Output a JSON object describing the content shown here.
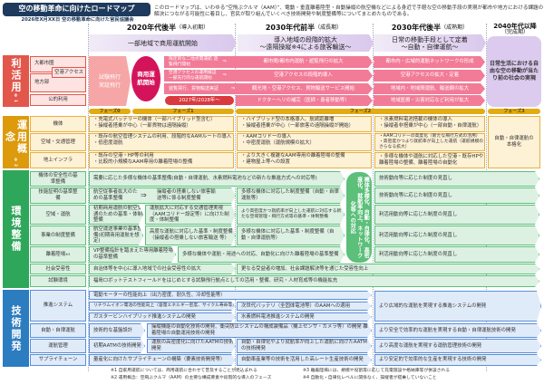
{
  "header": {
    "title": "空の移動革命に向けたロードマップ",
    "subtitle": "2026年X月XX日 空の移動革命に向けた官民協議会",
    "intro": "このロードマップは、いわゆる“空飛ぶクルマ（AAM）”、電動・垂直離着陸型・自動操縦の航空機などによる身近で手軽な空の移動手段の実現が都市や地方における課題の解決につながる可能性に着目し、官民が取り組んでいくべき技術開発や制度整備等についてまとめたものである。"
  },
  "periods": [
    {
      "title": "2020年代後半",
      "sub": "（導入初期）",
      "banner": [
        "一部地域で商用運航開始"
      ]
    },
    {
      "title": "2030年代前半",
      "sub": "（成長期）",
      "banner": [
        "導入地域の段階的拡大",
        "～遠隔操縦※4による旅客輸送～"
      ]
    },
    {
      "title": "2030年代後半",
      "sub": "（成熟期）",
      "banner": [
        "日常の移動手段として定着",
        "～自動・自律運航～"
      ]
    },
    {
      "title": "2040年代以降",
      "sub": "（完成期）",
      "banner": []
    }
  ],
  "utilization": {
    "label": "利活用",
    "mark": "※1",
    "rows": [
      "大都市圏",
      "空港アクセス",
      "地方部",
      "公的利用"
    ],
    "phase0": [
      "試験飛行",
      "実証飛行"
    ],
    "circle": "商用運航開始",
    "date": "2027年/2028年～",
    "arrow": "⇒",
    "c1": [
      "限定的な二地点間運航 遊覧飛行開始",
      "空港アクセスの運用検証 一部先行的な運航開始",
      "遊覧飛行、貨物輸送実証"
    ],
    "c2": [
      "都市間/都市内運航・遊覧飛行の拡大",
      "空港アクセスの段階的導入",
      "観光地・空港アクセス、貨物輸送サービス開始",
      "ドクターヘリの補完（医師・患者移動等）"
    ],
    "c3": [
      "都市内・広域的運航ネットワークの形成",
      "空港アクセスの拡大・定着",
      "地域内・地域間運航、輸送網の拡大",
      "地域医療・災害対応など利用が拡大"
    ],
    "goal": "日常生活における自由な空の移動が当たり前の社会の実現"
  },
  "phases": [
    "フェーズ0",
    "フェーズ1",
    "フェーズ2",
    "フェーズ3"
  ],
  "operations": {
    "label": "運用概念",
    "mark": "※2",
    "c4": "自動・自律運航の本格化",
    "rows": [
      {
        "label": "機体",
        "c1": [
          "・充電式バッテリーの機体（一部ハイブリッド型含む）",
          "・操縦者搭乗が中心（一部貨物は遠隔操縦）"
        ],
        "c2": [
          "・ハイブリッド型の本格導入、航続距離増",
          "・操縦者搭乗が中心（一部旅客の遠隔操縦が開始）"
        ],
        "c3": [
          "・水素燃料電池搭載の機体の導入",
          "・操縦者非搭乗が中心（一部自動・自律運航）"
        ]
      },
      {
        "label": "空域・交通管理",
        "c1": [
          "・既存の航空管理システムの利用、段階的なAAMルートの導入",
          "・低密度運航"
        ],
        "c2": [
          "・AAMコリドーの導入",
          "・中密度運航（運航規模の拡大）"
        ],
        "c3": [
          "・AAMコリドーの高度化（新たな飛行方式の活用）",
          "・高密度かつより就航率が向上した運航（運航規模のさらなる拡大）"
        ]
      },
      {
        "label": "地上インフラ",
        "c1": [
          "・既存の空港・HP等の利用",
          "・比較的小規模なAAM専用の離着陸場の整備"
        ],
        "c2": [
          "・より大きく複雑なAAM専用の離着陸場の整備",
          "・建物屋上等への設置"
        ],
        "c3": [
          "・多様な機体や運航に対応した空港・既存HPや離着陸場の整備、離着陸場の自動化"
        ]
      }
    ]
  },
  "environment": {
    "label": "環境整備",
    "pill": "機体多様化、自動・自律化、高密度化、就航率向上、ネットワーク化等への対応",
    "rows": [
      {
        "label": "機体の安全性の基準整備",
        "c12": "需要に応じた多様な機体の基準整備(自動・自律運航、水素燃料電池などの新たな推進方式への対応等)",
        "c3": "技術動向等に応じた制度の見直し"
      },
      {
        "label": "技能証明の基準整備",
        "c1a": "航空従事者拡大のための基準整備",
        "c1b": "操縦者の搭乗しない旅客輸送等に係る制度整備",
        "c2": "多様な機体に対応した制度整備（自動・自律運航等）",
        "c3": "技術動向等に応じた制度の見直し"
      },
      {
        "label": "空域・運航",
        "c1a": "初期商用運航の航空交通のための基準・体制整備",
        "c1b": "運航拡大に対応する交通管理実現（AAMコリドー設定等）に向けた制度・体制整備",
        "c2": "より高密度かつ就航率が向上した運航に対応する新たな空域管理・飛行方式等の基準・体制整備",
        "c3": "利活用動向等に応じた制度の見直し"
      },
      {
        "label": "事業の制度整備",
        "c1a": "航空運送事業の基準整備(初期商用運航を想定)",
        "c1b": "高度な運航に対応した基準・制度整備（操縦者の搭乗しない旅客輸送 等）",
        "c2": "多様な機体に対応した基準・制度整備（自動・自律運航等）",
        "c3": "利活用動向等に応じた制度の見直し"
      },
      {
        "label": "離着陸場",
        "mark": "※3",
        "c1a": "VP整備指針を踏まえた専用離着陸場の基準整備",
        "c12": "多様な機体や運航・用途への対応、自動化に向けた離着陸場の基準整備",
        "c3": "利活用動向等に応じた制度の見直し"
      },
      {
        "label": "社会受容性",
        "c1": "自治体等を中心に導入地域での社会受容性の拡大",
        "c23": "更なる受益者の増加、社会課題解決等を通じた受容性向上"
      },
      {
        "label": "試験環境",
        "all": "福島ロボットテストフィールドをはじめとする試験飛行拠点としての活用・整備、研究・人材育成等の機能拡充"
      }
    ]
  },
  "tech": {
    "label": "技術開発",
    "rows": [
      {
        "label": "推進システム",
        "r1": "電動モーターの性能向上（出力密度、耐久性、冷却性能等）",
        "r2c1": "リチウムイオン電池の性能向上（容量エネルギー密度、サイクル寿命等）",
        "r2c2": "次世代バッテリ（全固体電池等）のAAMへの適用",
        "r3c1": "ガスタービンハイブリッド推進システムの開発",
        "r3c2": "水素燃料電池推進システムの開発",
        "c3": "より広域的な運航を実現する推進システムの開発"
      },
      {
        "label": "自動・自律運航",
        "c1a": "技術的な基盤設計",
        "c12": "操縦機能の自動化技術の開発、衝突防止システムの構成装備品（機上センサ・カメラ等）の開発 離着陸場の自動運用技術の開発",
        "c3": "より安全で効率的な運航を実現する自動・自律運航技術の開発"
      },
      {
        "label": "運航管理",
        "c1a": "初期AATMの技術開発",
        "c1b": "運航の高密度化に向けたAATMの技術開発",
        "c2": "自動・自律化やより就航率が向上した運航に向けたAATMの技術開発",
        "c3": "より高度な運航を実現する運航管理技術の開発"
      },
      {
        "label": "サプライチェーン",
        "c1": "量産化に向けたサプライチェーンの構築（要素技術開発等）",
        "c2": "自動車産業等の技術を活用した高レート生産技術の開発",
        "c3": "より安定的で効率的な生産を実現する技術の開発"
      }
    ]
  },
  "footnotes": [
    "※1 自家用運航については、商用運航に合わせて普及することが見込まれる",
    "※2 運用概念：空飛ぶクルマ（AAM）の主要な構成要素や段階的な導入のフェーズ",
    "※3 離着陸場には、規模や役割等に応じて充電施設や格納庫等が併設される",
    "※4 自動化・自律化レベルに関係なく、操縦者が搭乗していないこと"
  ]
}
